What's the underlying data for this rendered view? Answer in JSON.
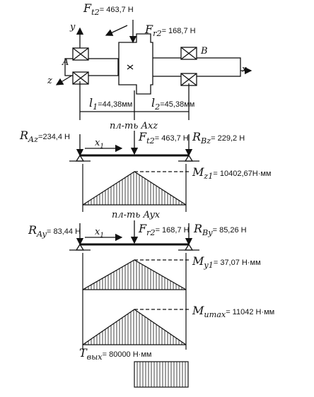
{
  "shaft": {
    "support_a": "A",
    "support_b": "B",
    "axis_x": "x",
    "axis_y": "y",
    "axis_z": "z",
    "ft2": {
      "symbol": "F",
      "sub": "t2",
      "value": "= 463,7 Н"
    },
    "fr2": {
      "symbol": "F",
      "sub": "r2",
      "value": "= 168,7 Н"
    },
    "l1": {
      "symbol": "l",
      "sub": "1",
      "value": "=44,38мм"
    },
    "l2": {
      "symbol": "l",
      "sub": "2",
      "value": "=45,38мм"
    }
  },
  "plane_xz": {
    "title": "пл-ть Axz",
    "raz": {
      "symbol": "R",
      "sub": "Az",
      "value": "=234,4 Н"
    },
    "rbz": {
      "symbol": "R",
      "sub": "Bz",
      "value": "= 229,2 Н"
    },
    "ft2": {
      "symbol": "F",
      "sub": "t2",
      "value": "= 463,7 Н"
    },
    "x1": {
      "symbol": "x",
      "sub": "1"
    },
    "mz1": {
      "symbol": "M",
      "sub": "z1",
      "value": "= 10402,67Н·мм"
    }
  },
  "plane_xy": {
    "title": "пл-ть Ayx",
    "ray": {
      "symbol": "R",
      "sub": "Ay",
      "value": "= 83,44 Н"
    },
    "rby": {
      "symbol": "R",
      "sub": "By",
      "value": "= 85,26 Н"
    },
    "fr2": {
      "symbol": "F",
      "sub": "r2",
      "value": "= 168,7 Н"
    },
    "x1": {
      "symbol": "x",
      "sub": "1"
    },
    "my1": {
      "symbol": "M",
      "sub": "y1",
      "value": "= 37,07 Н·мм"
    }
  },
  "summary": {
    "mumax": {
      "symbol": "M",
      "sub": "umax",
      "value": "= 11042 Н·мм"
    },
    "tout": {
      "symbol": "T",
      "sub": "вых",
      "value": "= 80000 Н·мм"
    }
  }
}
